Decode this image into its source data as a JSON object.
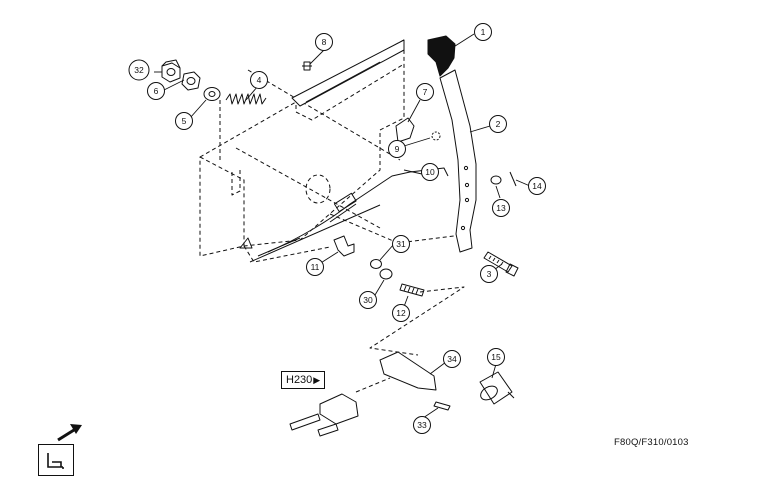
{
  "callouts": [
    {
      "id": "c1",
      "label": "1"
    },
    {
      "id": "c2",
      "label": "2"
    },
    {
      "id": "c3",
      "label": "3"
    },
    {
      "id": "c4",
      "label": "4"
    },
    {
      "id": "c5",
      "label": "5"
    },
    {
      "id": "c6",
      "label": "6"
    },
    {
      "id": "c7",
      "label": "7"
    },
    {
      "id": "c8",
      "label": "8"
    },
    {
      "id": "c9",
      "label": "9"
    },
    {
      "id": "c10",
      "label": "10"
    },
    {
      "id": "c11",
      "label": "11"
    },
    {
      "id": "c12",
      "label": "12"
    },
    {
      "id": "c13",
      "label": "13"
    },
    {
      "id": "c14",
      "label": "14"
    },
    {
      "id": "c15",
      "label": "15"
    },
    {
      "id": "c30",
      "label": "30"
    },
    {
      "id": "c31",
      "label": "31"
    },
    {
      "id": "c32",
      "label": "32"
    },
    {
      "id": "c33",
      "label": "33"
    },
    {
      "id": "c34",
      "label": "34"
    }
  ],
  "reference": {
    "label": "H230",
    "arrow": "▶"
  },
  "figure_code": "F80Q/F310/0103",
  "icons": {
    "direction": "front-direction-arrow-icon",
    "view": "seat-view-icon"
  },
  "colors": {
    "line": "#111111",
    "background": "#ffffff",
    "knob": "#111111"
  }
}
